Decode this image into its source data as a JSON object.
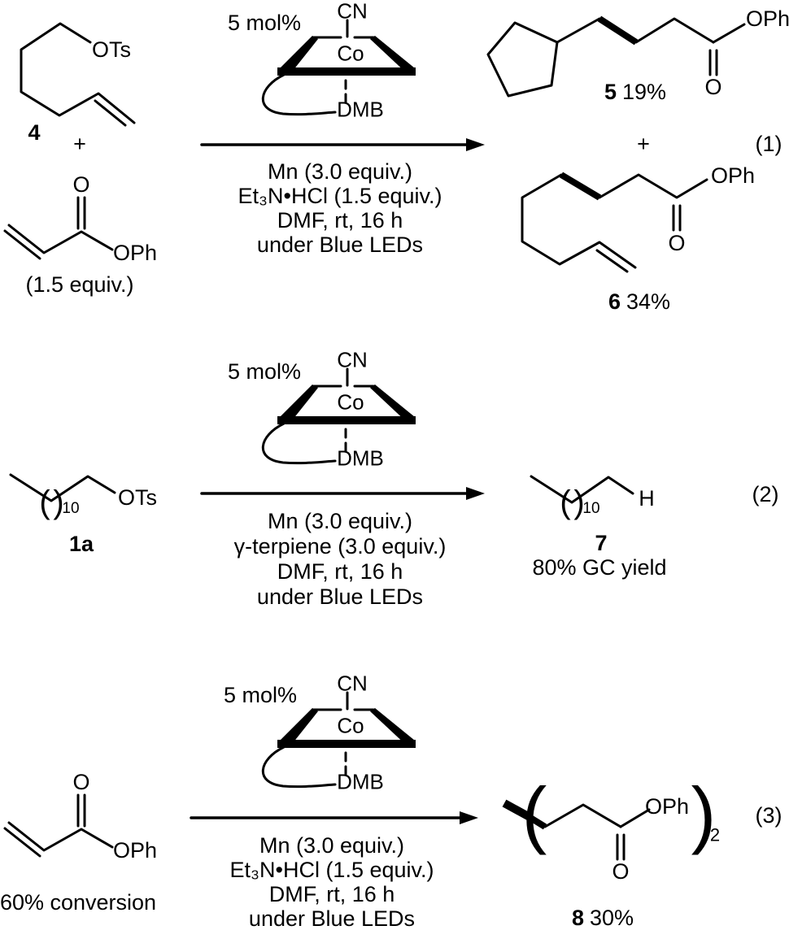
{
  "colors": {
    "ink": "#000000",
    "background": "#ffffff"
  },
  "catalyst": {
    "loading": "5 mol%",
    "axial_top": "CN",
    "metal": "Co",
    "axial_bottom": "DMB"
  },
  "eq1": {
    "substrate": {
      "ots_label": "OTs",
      "compound_number": "4"
    },
    "plus_reactants": "+",
    "acrylate": {
      "carbonyl_o": "O",
      "ester_o": "OPh",
      "equivalents": "(1.5 equiv.)"
    },
    "conditions": [
      "Mn (3.0 equiv.)",
      "Et₃N•HCl (1.5 equiv.)",
      "DMF, rt, 16 h",
      "under Blue LEDs"
    ],
    "product5": {
      "ester_o": "OPh",
      "carbonyl_o": "O",
      "compound_number": "5",
      "yield": "19%"
    },
    "plus_products": "+",
    "product6": {
      "ester_o": "OPh",
      "carbonyl_o": "O",
      "compound_number": "6",
      "yield": "34%"
    },
    "equation_number": "(1)"
  },
  "eq2": {
    "substrate": {
      "paren_open": "(",
      "paren_close": ")",
      "repeat_count": "10",
      "ots_label": "OTs",
      "compound_number": "1a"
    },
    "conditions": [
      "Mn (3.0 equiv.)",
      "γ-terpiene (3.0 equiv.)",
      "DMF, rt, 16 h",
      "under Blue LEDs"
    ],
    "product7": {
      "paren_open": "(",
      "paren_close": ")",
      "repeat_count": "10",
      "h_label": "H",
      "compound_number": "7",
      "yield_text": "80% GC yield"
    },
    "equation_number": "(2)"
  },
  "eq3": {
    "acrylate": {
      "carbonyl_o": "O",
      "ester_o": "OPh",
      "conversion": "60% conversion"
    },
    "conditions": [
      "Mn (3.0 equiv.)",
      "Et₃N•HCl (1.5 equiv.)",
      "DMF, rt, 16 h",
      "under Blue LEDs"
    ],
    "product8": {
      "paren_open": "(",
      "paren_close": ")",
      "subscript": "2",
      "ester_o": "OPh",
      "carbonyl_o": "O",
      "compound_number": "8",
      "yield": "30%"
    },
    "equation_number": "(3)"
  }
}
